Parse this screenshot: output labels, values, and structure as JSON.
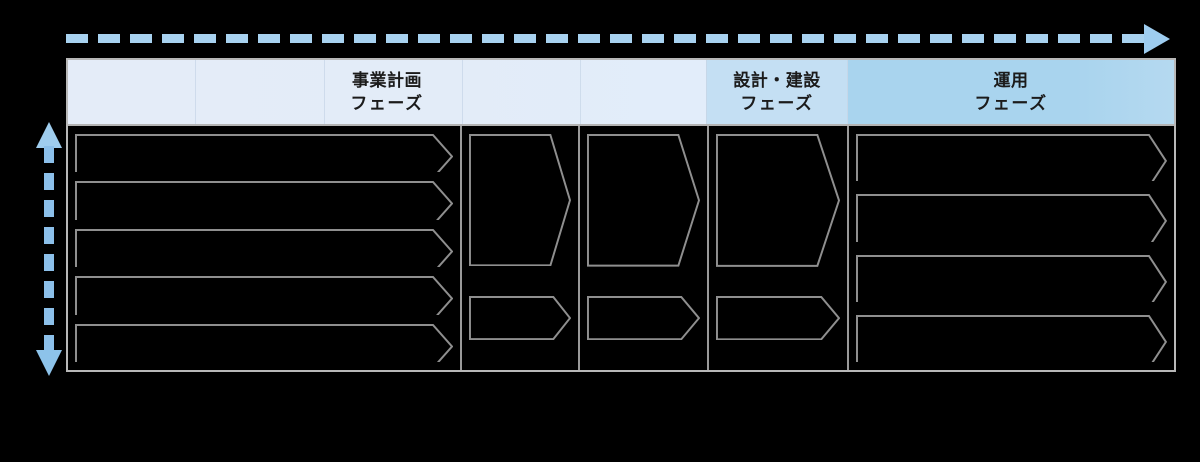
{
  "diagram": {
    "title": "",
    "colors": {
      "background": "#000000",
      "arrow_blue": "#9ecdee",
      "arrow_dash_blue": "#8cc0ea",
      "header_phase1": "#e4ecf8",
      "header_phase2": "#c4dff3",
      "header_phase3": "#a9d4ee",
      "frame_gray": "#b8b8b8",
      "shape_outline_gray": "#9a9a9a",
      "shape_fill": "#000000"
    },
    "timeline_arrow": {
      "name": "time-progress-arrow",
      "direction": "left-to-right",
      "style": "dashed",
      "label": ""
    },
    "vertical_arrow": {
      "name": "scope-range-arrow",
      "direction": "double-headed-vertical",
      "style": "dashed",
      "label": ""
    },
    "header": {
      "cells": [
        {
          "title": "事業計画",
          "sub": "フェーズ"
        },
        {
          "title": "設計・建設",
          "sub": "フェーズ"
        },
        {
          "title": "運用",
          "sub": "フェーズ"
        }
      ]
    },
    "columns": [
      {
        "name": "column-1",
        "shapes": [
          {
            "label": "",
            "kind": "chevron-row"
          },
          {
            "label": "",
            "kind": "chevron-row"
          },
          {
            "label": "",
            "kind": "chevron-row"
          },
          {
            "label": "",
            "kind": "chevron-row"
          },
          {
            "label": "",
            "kind": "chevron-row"
          }
        ]
      },
      {
        "name": "column-2",
        "shapes": [
          {
            "label": "",
            "kind": "chevron-tall"
          },
          {
            "label": "",
            "kind": "chevron-short"
          }
        ]
      },
      {
        "name": "column-3",
        "shapes": [
          {
            "label": "",
            "kind": "chevron-tall"
          },
          {
            "label": "",
            "kind": "chevron-short"
          }
        ]
      },
      {
        "name": "column-4",
        "shapes": [
          {
            "label": "",
            "kind": "chevron-tall"
          },
          {
            "label": "",
            "kind": "chevron-short"
          }
        ]
      },
      {
        "name": "column-5",
        "shapes": [
          {
            "label": "",
            "kind": "chevron-row"
          },
          {
            "label": "",
            "kind": "chevron-row"
          },
          {
            "label": "",
            "kind": "chevron-row"
          },
          {
            "label": "",
            "kind": "chevron-row"
          }
        ]
      }
    ],
    "caption": ""
  }
}
